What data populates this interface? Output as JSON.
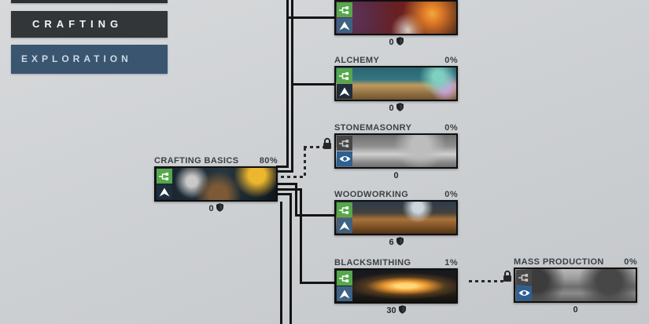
{
  "sidebar": {
    "tabs": [
      {
        "label": "",
        "state": "partial"
      },
      {
        "label": "CRAFTING",
        "state": "active"
      },
      {
        "label": "EXPLORATION",
        "state": "inactive"
      }
    ]
  },
  "tree": {
    "nodes": [
      {
        "title": "",
        "percent": "",
        "count": "0",
        "locked": false
      },
      {
        "title": "ALCHEMY",
        "percent": "0%",
        "count": "0",
        "locked": false
      },
      {
        "title": "STONEMASONRY",
        "percent": "0%",
        "count": "0",
        "locked": true
      },
      {
        "title": "WOODWORKING",
        "percent": "0%",
        "count": "6",
        "locked": false
      },
      {
        "title": "BLACKSMITHING",
        "percent": "1%",
        "count": "30",
        "locked": false
      },
      {
        "title": "MASS PRODUCTION",
        "percent": "0%",
        "count": "0",
        "locked": true
      },
      {
        "title": "CRAFTING BASICS",
        "percent": "80%",
        "count": "0",
        "locked": false
      }
    ]
  },
  "icons": {
    "branch": "skill-tree-branch",
    "upgrade": "arrow-up",
    "view": "eye",
    "lock": "padlock",
    "currency": "shield"
  },
  "colors": {
    "accent_green": "#55a84b",
    "accent_blue": "#2e6092",
    "tab_active_bg": "#323639",
    "tab_inactive_bg": "#3a5570",
    "line": "#141414"
  }
}
